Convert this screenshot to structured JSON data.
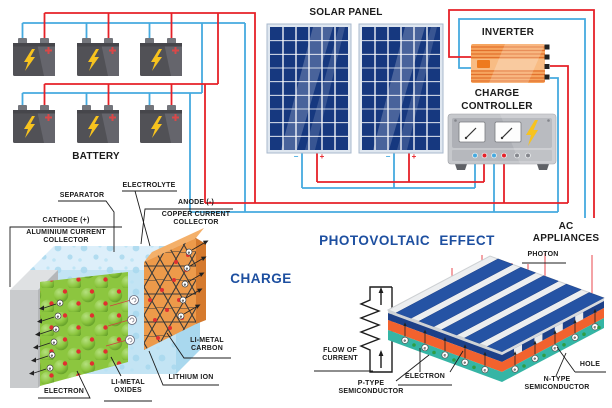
{
  "colors": {
    "wire_red": "#e62128",
    "wire_blue": "#45aadf",
    "heading_blue": "#1d4fa0",
    "label_black": "#1b1b1b",
    "panel_blue_dark": "#16387f",
    "inverter_orange": "#f6a55f",
    "inverter_stripe": "#e2702c",
    "bolt_yellow": "#f7c31e",
    "battery_gray": "#515156",
    "controller_gray": "#c6c8cc",
    "slab_gray": "#c9cbcd",
    "sphere_green": "#8cc63f",
    "electrolyte_blue": "#c3e4f4",
    "copper_orange": "#ed9a4a",
    "pv_orange": "#f2622e",
    "pv_teal": "#35b5a5",
    "pv_stripe_blue": "#2553a4"
  },
  "system": {
    "battery": "BATTERY",
    "solar_panel": "SOLAR PANEL",
    "inverter": "INVERTER",
    "charge_controller": "CHARGE\nCONTROLLER",
    "ac_appliances": "AC APPLIANCES",
    "minus": "−",
    "plus": "+"
  },
  "battery_diagram": {
    "separator": "SEPARATOR",
    "electrolyte": "ELECTROLYTE",
    "cathode": "CATHODE (+)",
    "aluminium_collector": "ALUMINIUM CURRENT\nCOLLECTOR",
    "anode": "ANODE (-)",
    "copper_collector": "COPPER CURRENT\nCOLLECTOR",
    "charge": "CHARGE",
    "li_metal_carbon": "LI-METAL\nCARBON",
    "lithium_ion": "LITHIUM ION",
    "li_metal_oxides": "LI-METAL\nOXIDES",
    "electron": "ELECTRON"
  },
  "pv_diagram": {
    "title": "PHOTOVOLTAIC EFFECT",
    "photon": "PHOTON",
    "flow_of_current": "FLOW OF\nCURRENT",
    "electron": "ELECTRON",
    "p_type": "P-TYPE\nSEMICONDUCTOR",
    "n_type": "N-TYPE\nSEMICONDUCTOR",
    "hole": "HOLE"
  },
  "symbols": {
    "electron": "e"
  }
}
